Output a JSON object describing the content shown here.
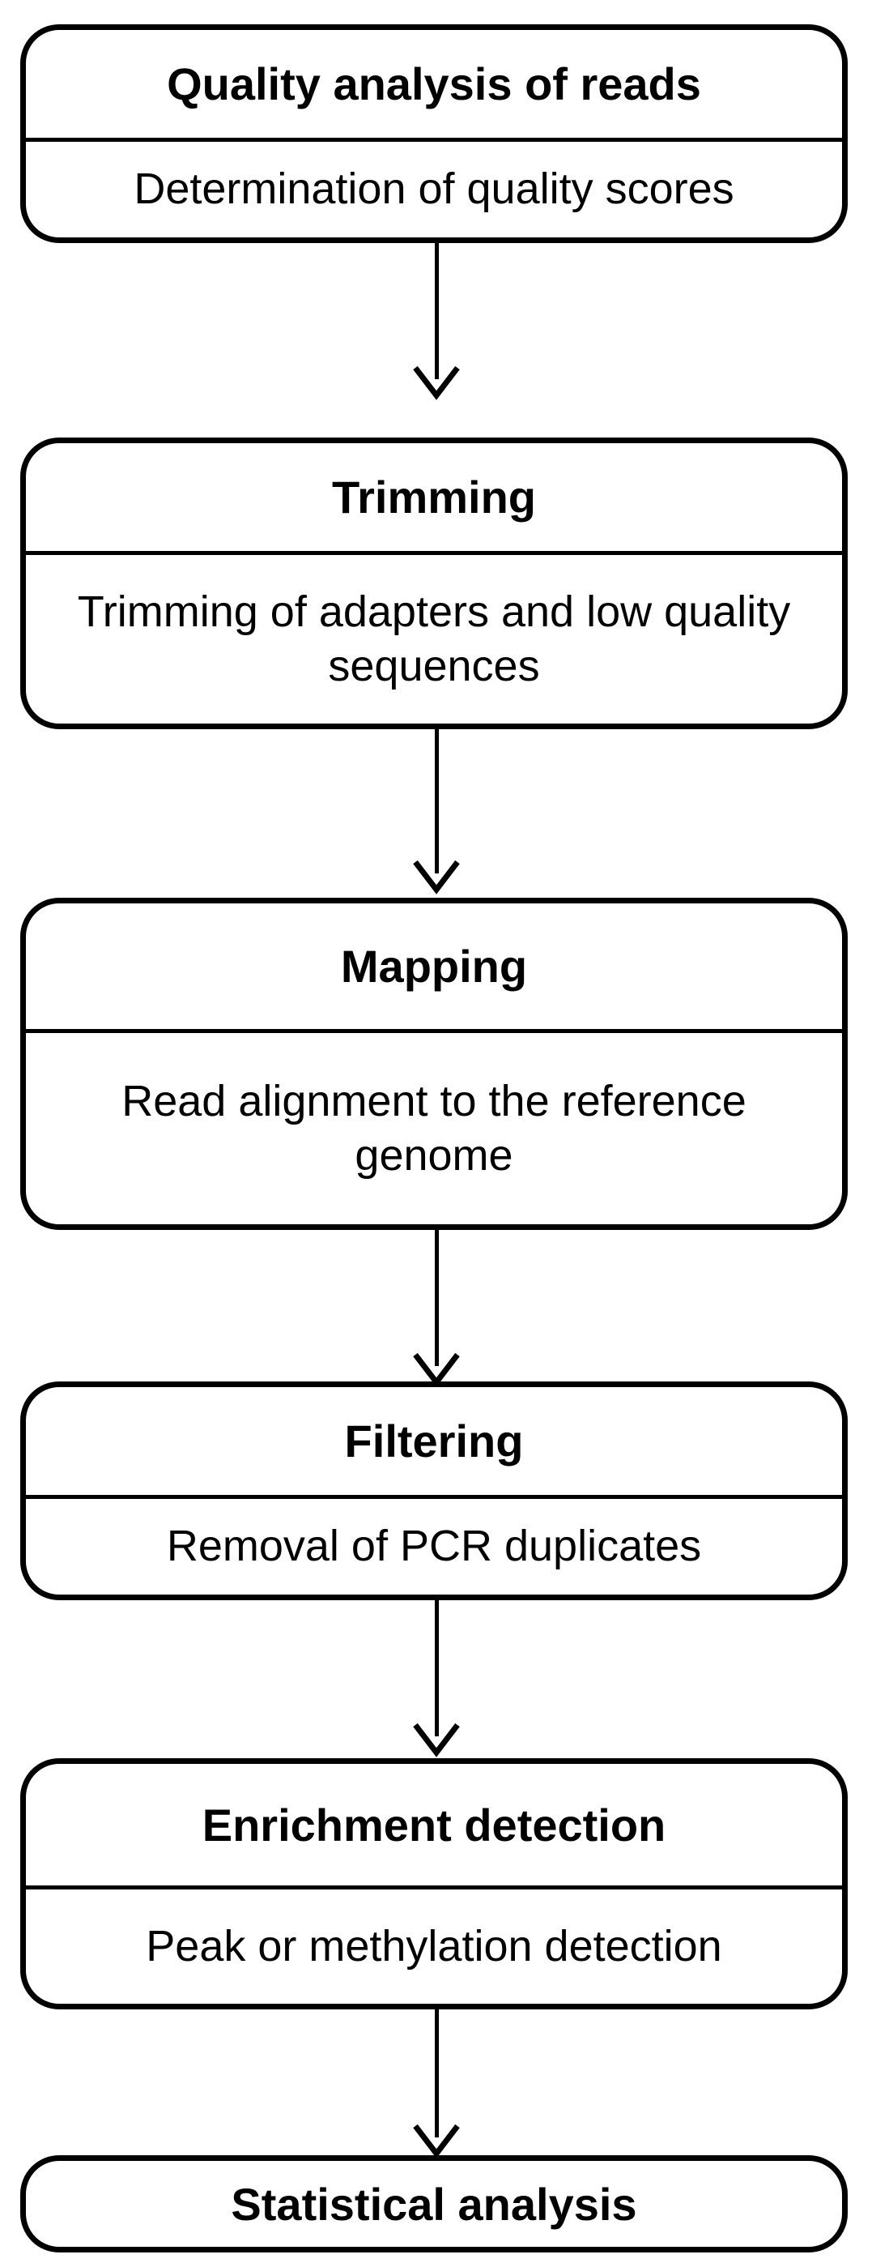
{
  "steps": [
    {
      "title": "Quality analysis of reads",
      "description": "Determination of quality scores"
    },
    {
      "title": "Trimming",
      "description": "Trimming of adapters and low quality sequences"
    },
    {
      "title": "Mapping",
      "description": "Read alignment to the reference genome"
    },
    {
      "title": "Filtering",
      "description": "Removal of PCR duplicates"
    },
    {
      "title": "Enrichment detection",
      "description": "Peak or methylation detection"
    },
    {
      "title": "Statistical analysis"
    }
  ]
}
